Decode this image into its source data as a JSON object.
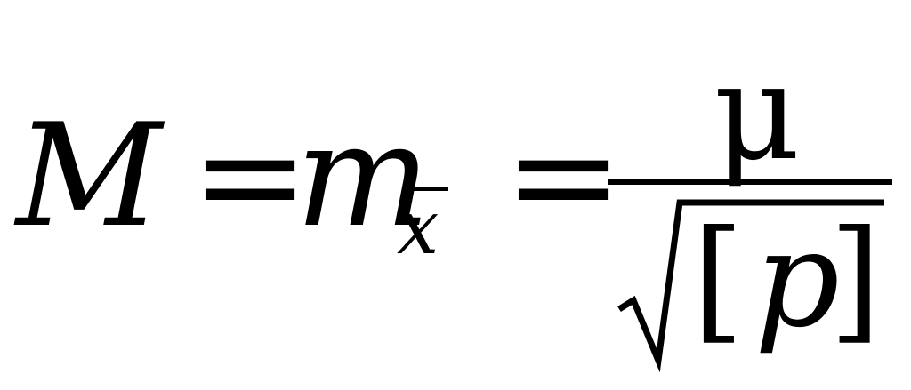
{
  "formula": {
    "lhs": "M",
    "equals_1": "=",
    "m": "m",
    "subscript": "x",
    "equals_2": "=",
    "numerator": "μ",
    "bracket_open": "[",
    "radicand_symbol": "p",
    "bracket_close": "]"
  }
}
